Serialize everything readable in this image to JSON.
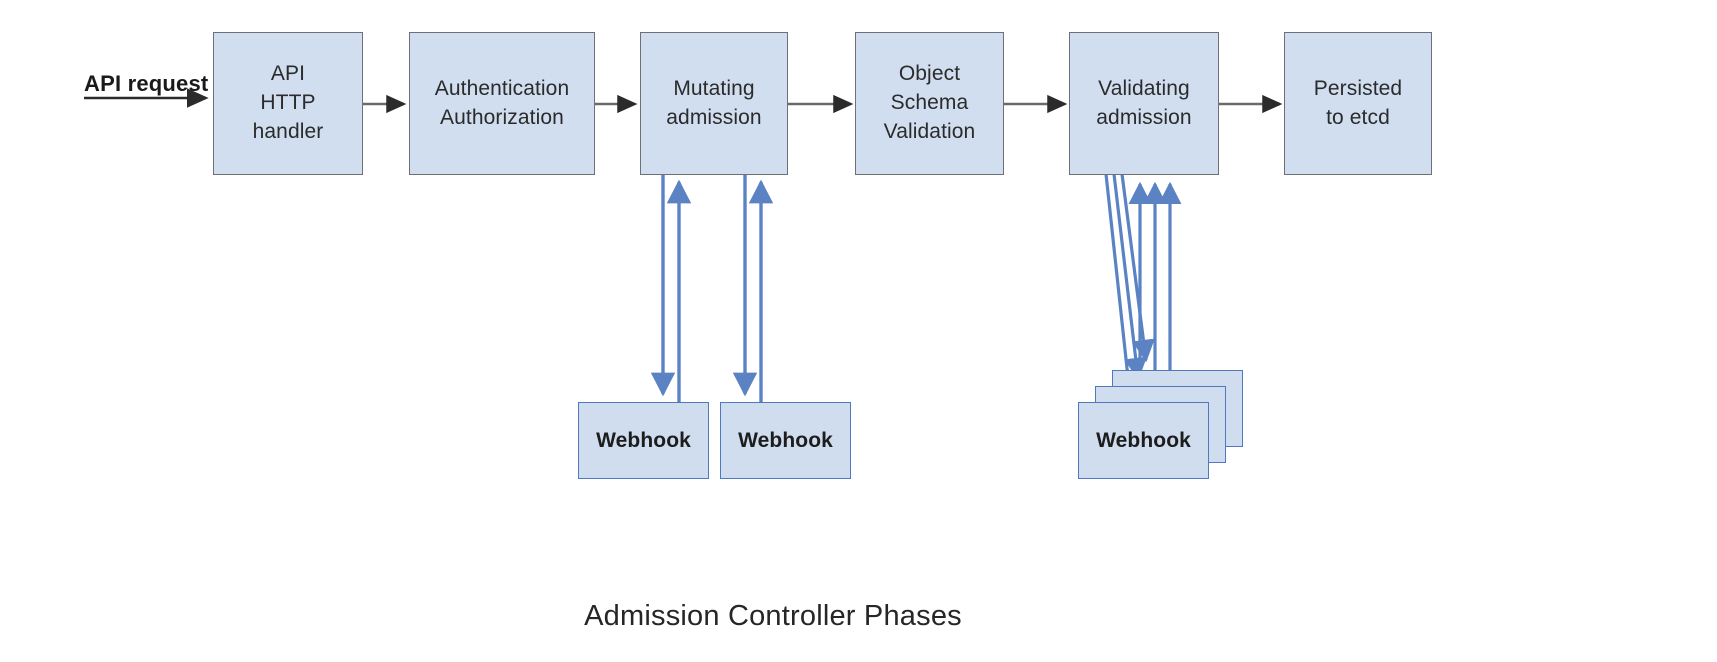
{
  "caption": "Admission Controller Phases",
  "entry": {
    "label": "API request"
  },
  "colors": {
    "box_fill": "#d0def0",
    "box_border": "#6f6f77",
    "webhook_fill": "#cfddef",
    "webhook_border": "#4f79bd",
    "arrow_black": "#2b2b2b",
    "arrow_blue": "#5b83c4",
    "background": "#ffffff",
    "text": "#2b2b2b"
  },
  "phases": [
    {
      "id": "api-http-handler",
      "label": "API\nHTTP\nhandler"
    },
    {
      "id": "authn-authz",
      "label": "Authentication\nAuthorization"
    },
    {
      "id": "mutating-admission",
      "label": "Mutating\nadmission"
    },
    {
      "id": "object-schema-validation",
      "label": "Object\nSchema\nValidation"
    },
    {
      "id": "validating-admission",
      "label": "Validating\nadmission"
    },
    {
      "id": "persisted-to-etcd",
      "label": "Persisted\nto etcd"
    }
  ],
  "webhooks": [
    {
      "id": "mutating-webhook-1",
      "label": "Webhook",
      "phase": "mutating-admission"
    },
    {
      "id": "mutating-webhook-2",
      "label": "Webhook",
      "phase": "mutating-admission"
    },
    {
      "id": "validating-webhook-1",
      "label": "Webhook",
      "phase": "validating-admission"
    }
  ],
  "flow": {
    "sequence": [
      "API request",
      "API HTTP handler",
      "Authentication Authorization",
      "Mutating admission",
      "Object Schema Validation",
      "Validating admission",
      "Persisted to etcd"
    ],
    "mutating_webhook_count": 2,
    "validating_webhook_count": 3,
    "webhook_call_direction": "bidirectional"
  }
}
